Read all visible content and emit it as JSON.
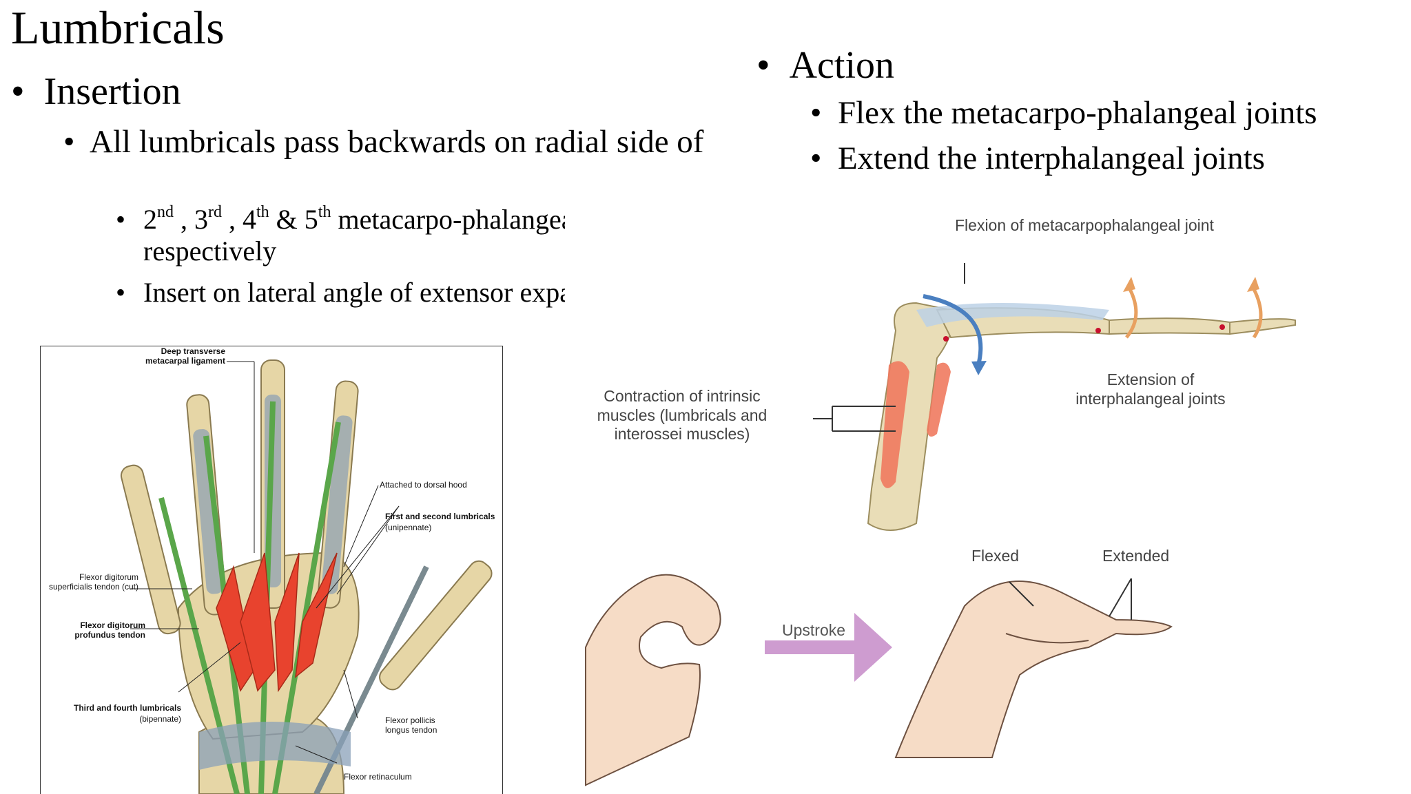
{
  "title": "Lumbricals",
  "left": {
    "heading": "Insertion",
    "sub": "All lumbricals pass backwards on radial side of",
    "points": {
      "p1_ord": [
        "2",
        "nd",
        " , 3",
        "rd",
        " , 4",
        "th",
        " & 5",
        "th"
      ],
      "p1_tail": " metacarpo-phalangeal joints respectively",
      "p2": "Insert on lateral angle of extensor expansion"
    }
  },
  "right": {
    "heading": "Action",
    "items": [
      "Flex the metacarpo-phalangeal joints",
      "Extend the interphalangeal joints"
    ]
  },
  "hand_figure": {
    "labels": {
      "deep_ligament": "Deep transverse metacarpal ligament",
      "dorsal_hood": "Attached to dorsal hood",
      "first_second": "First and second lumbricals",
      "unipennate": "(unipennate)",
      "fds": "Flexor digitorum superficialis tendon (cut)",
      "fdp": "Flexor digitorum profundus tendon",
      "third_fourth": "Third and fourth lumbricals",
      "bipennate": "(bipennate)",
      "fpl": "Flexor pollicis longus tendon",
      "retinaculum": "Flexor retinaculum"
    }
  },
  "finger_figure": {
    "labels": {
      "flexion": "Flexion of metacarpophalangeal joint",
      "extension": "Extension of interphalangeal joints",
      "contraction": "Contraction of intrinsic muscles (lumbricals and interossei muscles)",
      "flexed": "Flexed",
      "extended": "Extended",
      "upstroke": "Upstroke"
    }
  },
  "colors": {
    "muscle": "#e8432e",
    "tendon": "#5aa64a",
    "bone": "#e6d6a6",
    "sheath": "#6f8fb8",
    "arrow": "#c58bc8"
  }
}
